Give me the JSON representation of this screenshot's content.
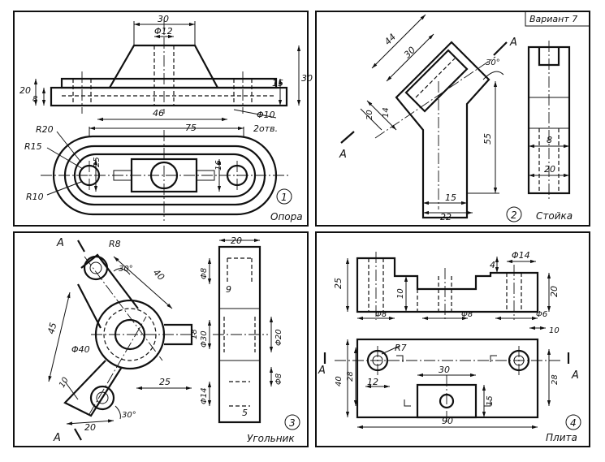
{
  "variant": "Вариант 7",
  "panels": [
    {
      "id": "1",
      "title": "Опора",
      "dims": {
        "d30": "30",
        "phi12": "Φ12",
        "d20": "20",
        "d8": "8",
        "d15": "15",
        "d30b": "30",
        "d46": "46",
        "d75": "75",
        "phi10": "Φ10",
        "holes": "2отв.",
        "r20": "R20",
        "r15": "R15",
        "r10": "R10",
        "d25": "25",
        "d16": "16"
      }
    },
    {
      "id": "2",
      "title": "Стойка",
      "dims": {
        "d44": "44",
        "d30": "30",
        "a30": "30°",
        "d20": "20",
        "d14": "14",
        "d55": "55",
        "d15": "15",
        "d22": "22",
        "d8": "8",
        "d20b": "20",
        "secA": "A"
      }
    },
    {
      "id": "3",
      "title": "Угольник",
      "dims": {
        "r8": "R8",
        "a30": "30°",
        "d40": "40",
        "d45": "45",
        "phi40": "Φ40",
        "d10": "10",
        "d25": "25",
        "d20": "20",
        "a30b": "30°",
        "secA": "A",
        "d20top": "20",
        "phi8": "Φ8",
        "d9": "9",
        "d18": "18",
        "phi30": "Φ30",
        "phi20": "Φ20",
        "phi8b": "Φ8",
        "phi14": "Φ14",
        "d5": "5"
      }
    },
    {
      "id": "4",
      "title": "Плита",
      "dims": {
        "phi14": "Φ14",
        "d4": "4",
        "d25": "25",
        "d10": "10",
        "d20": "20",
        "phi8": "Φ8",
        "phi8b": "Φ8",
        "phi6": "Φ6",
        "r7": "R7",
        "d10b": "10",
        "d40": "40",
        "d28": "28",
        "d12": "12",
        "d30": "30",
        "d15": "15",
        "d28b": "28",
        "d90": "90",
        "secA": "A"
      }
    }
  ]
}
